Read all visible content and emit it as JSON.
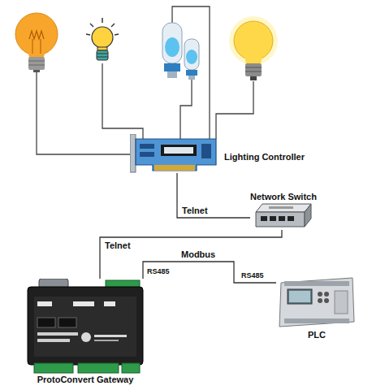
{
  "diagram": {
    "nodes": [
      {
        "text": [
          "Lighting Controller"
        ]
      },
      {
        "text": [
          "Network Switch"
        ]
      },
      {
        "text": [
          "ProtoConvert Gateway"
        ]
      },
      {
        "text": [
          "PLC"
        ]
      }
    ],
    "edges": [
      {
        "from": 0,
        "to": 1,
        "label": "Telnet",
        "arrow": "none"
      },
      {
        "from": 1,
        "to": 2,
        "label": "Telnet",
        "arrow": "none"
      },
      {
        "from": 2,
        "to": 3,
        "label": "Modbus",
        "arrow": "none"
      }
    ],
    "labels": [
      "RS485",
      "RS485"
    ]
  }
}
